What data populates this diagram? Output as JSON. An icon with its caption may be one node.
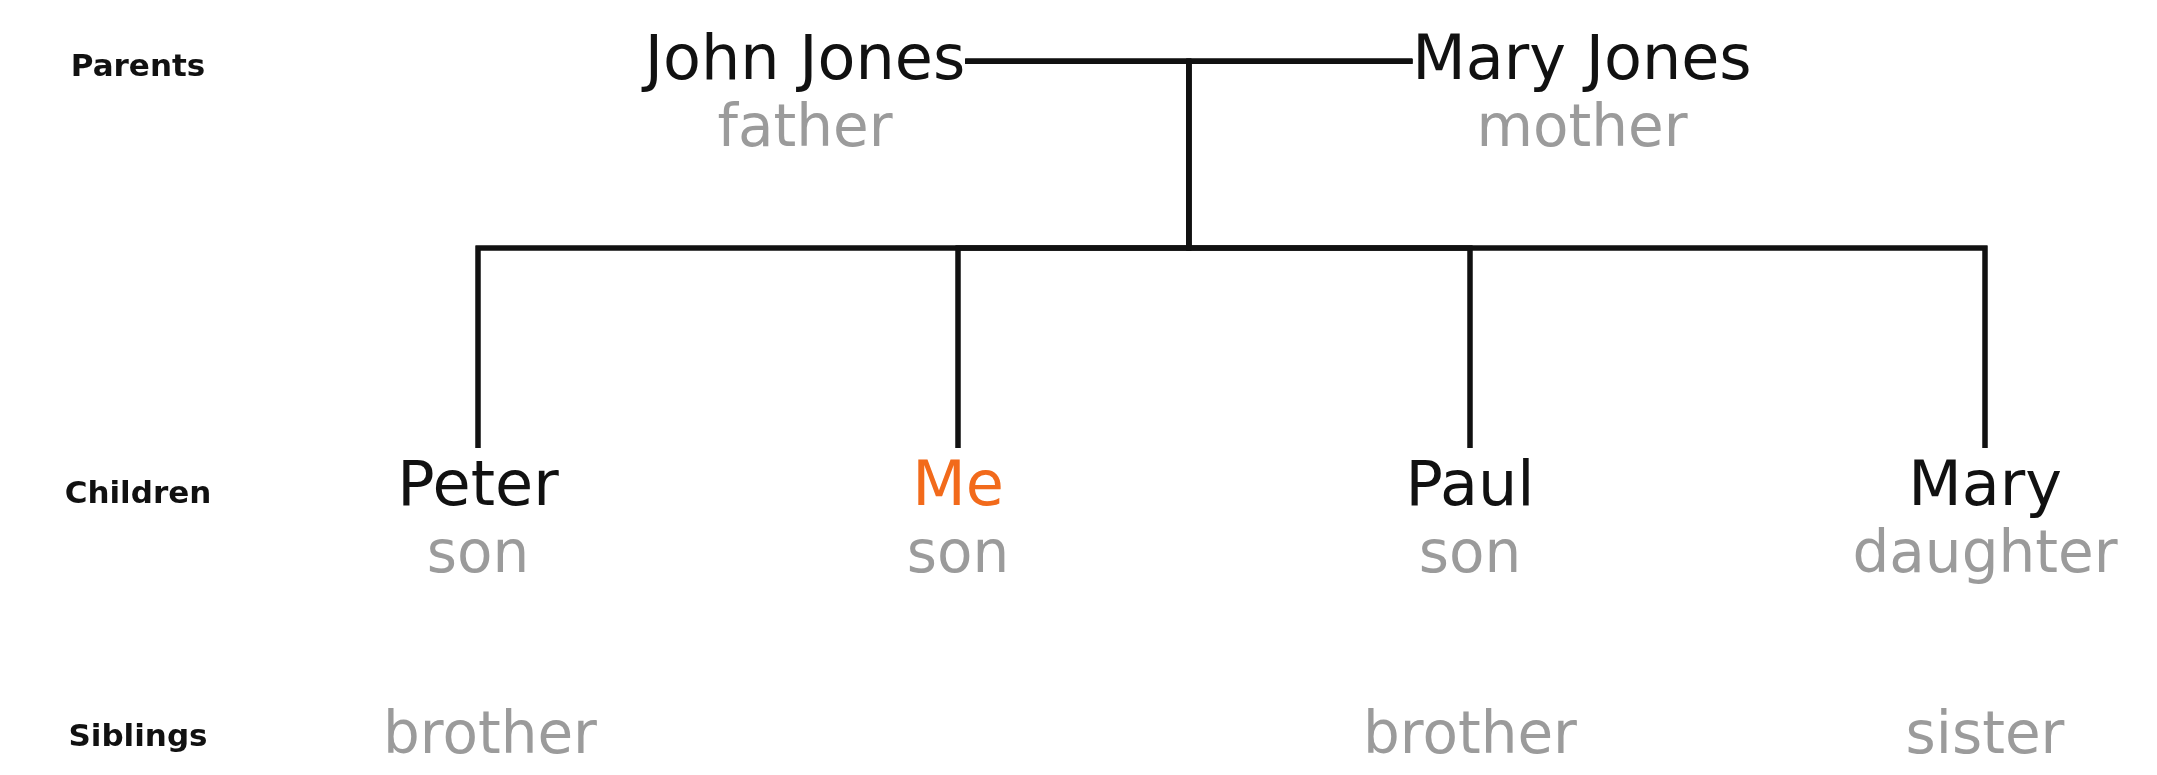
{
  "diagram": {
    "nodes": [
      {
        "text": [
          "John Jones",
          "father"
        ]
      },
      {
        "text": [
          "Mary Jones",
          "mother"
        ]
      },
      {
        "text": [
          "Peter",
          "son"
        ]
      },
      {
        "text": [
          "Me",
          "son"
        ]
      },
      {
        "text": [
          "Paul",
          "son"
        ]
      },
      {
        "text": [
          "Mary",
          "daughter"
        ]
      }
    ],
    "edges": [
      {
        "from": 0,
        "to": 1,
        "arrow": "none"
      },
      {
        "from": 0,
        "to": 2,
        "arrow": "none"
      },
      {
        "from": 1,
        "to": 2,
        "arrow": "none"
      },
      {
        "from": 0,
        "to": 3,
        "arrow": "none"
      },
      {
        "from": 1,
        "to": 3,
        "arrow": "none"
      },
      {
        "from": 0,
        "to": 4,
        "arrow": "none"
      },
      {
        "from": 1,
        "to": 4,
        "arrow": "none"
      },
      {
        "from": 0,
        "to": 5,
        "arrow": "none"
      },
      {
        "from": 1,
        "to": 5,
        "arrow": "none"
      }
    ],
    "labels": [
      "Parents",
      "Children",
      "Siblings",
      "brother",
      "brother",
      "sister"
    ]
  }
}
